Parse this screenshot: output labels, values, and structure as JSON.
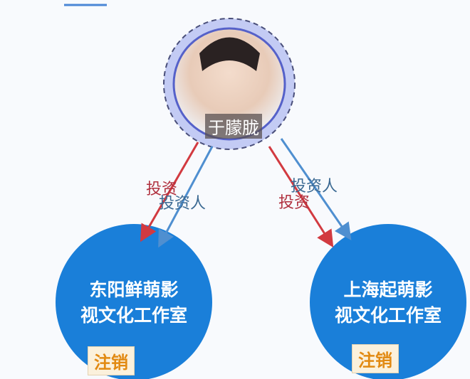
{
  "person": {
    "name": "于朦胧"
  },
  "edges": [
    {
      "label_invest": "投资",
      "label_investor": "投资人"
    },
    {
      "label_invest": "投资",
      "label_investor": "投资人"
    }
  ],
  "companies": [
    {
      "line1": "东阳鲜萌影",
      "line2": "视文化工作室",
      "status": "注销"
    },
    {
      "line1": "上海起萌影",
      "line2": "视文化工作室",
      "status": "注销"
    }
  ],
  "colors": {
    "invest": "#d23a40",
    "investor": "#4f8fd0",
    "company": "#1a7fd9",
    "ring": "#b9c2f2"
  }
}
